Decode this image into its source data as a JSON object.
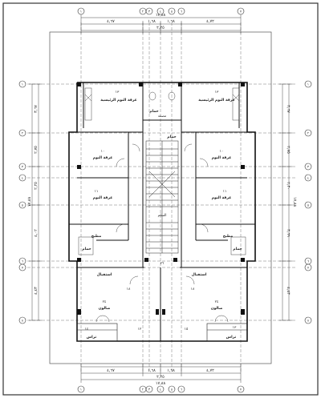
{
  "drawing": {
    "colors": {
      "line": "#222222",
      "wall": "#111111",
      "axis": "#555555",
      "paper": "#ffffff"
    }
  },
  "dimensions": {
    "top_total": "١٧,٨٨",
    "top": [
      "٤,٦٧",
      "١,٦٨",
      "١,٦٨",
      "٤,٧٢"
    ],
    "top_mid": "٢,٢٥",
    "bottom_total": "١٧,٨٨",
    "bottom": [
      "٤,٦٧",
      "١,٦٨",
      "١,٦٨",
      "٤,٧٢"
    ],
    "bottom_mid": "٢,٢٥",
    "left_total": "١٧,٨٨",
    "left": [
      "٣,٦٧",
      "٢,٧٥",
      "٢,٢٥",
      "٤,٠٢",
      "٤,٤٣"
    ],
    "right_total": "١٧,٨٨",
    "right": [
      "٣,٦٧",
      "٢,٧٥",
      "٢,٣٠",
      "٣,٦٩",
      "٤,٤٣"
    ]
  },
  "axes": {
    "vertical": [
      "١",
      "٢",
      "٣",
      "٤",
      "٥",
      "٦",
      "٧"
    ],
    "horizontal": [
      "١",
      "٢",
      "٣",
      "٤",
      "٥",
      "٦",
      "٧",
      "٨"
    ]
  },
  "rooms": [
    {
      "label": "غرفة النوم الرئيسية",
      "area": "١٣"
    },
    {
      "label": "غرفة النوم الرئيسية",
      "area": "١٣"
    },
    {
      "label": "حمام",
      "area": ""
    },
    {
      "label": "حمام",
      "area": ""
    },
    {
      "label": "غرفة النوم",
      "area": "١٠"
    },
    {
      "label": "غرفة النوم",
      "area": "١٠"
    },
    {
      "label": "غرفة النوم",
      "area": "١١"
    },
    {
      "label": "غرفة النوم",
      "area": "١١"
    },
    {
      "label": "مطبخ",
      "area": ""
    },
    {
      "label": "مطبخ",
      "area": ""
    },
    {
      "label": "حمام",
      "area": ""
    },
    {
      "label": "حمام",
      "area": ""
    },
    {
      "label": "استقبال",
      "area": "١٨"
    },
    {
      "label": "استقبال",
      "area": "١٨"
    },
    {
      "label": "صالون",
      "area": "٢٤"
    },
    {
      "label": "صالون",
      "area": "٢٤"
    },
    {
      "label": "تراس",
      "area": ""
    },
    {
      "label": "تراس",
      "area": ""
    }
  ],
  "core": {
    "stair_label": "السلم",
    "elevator_label": "مصعد",
    "lobby_area": "٢٦"
  },
  "doors": [
    "١٤",
    "١٢",
    "١٥",
    "١٣"
  ]
}
